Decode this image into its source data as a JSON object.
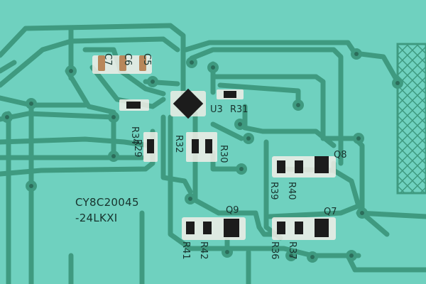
{
  "board": {
    "chip_label_line1": "CY8C20045",
    "chip_label_line2": "-24LKXI",
    "labels": {
      "c7": "C7",
      "c6": "C6",
      "c5": "C5",
      "u3": "U3",
      "r31": "R31",
      "r34": "R34",
      "r29": "R29",
      "r32": "R32",
      "r30": "R30",
      "q8": "Q8",
      "r39": "R39",
      "r40": "R40",
      "q9": "Q9",
      "r41": "R41",
      "r42": "R42",
      "q7": "Q7",
      "r36": "R36",
      "r37": "R37"
    },
    "colors": {
      "board": "#6fd1bf",
      "trace": "#3f9a80",
      "pad": "#f2efe7",
      "component_body": "#1c1c1c",
      "silkscreen_text": "#17332d"
    }
  }
}
